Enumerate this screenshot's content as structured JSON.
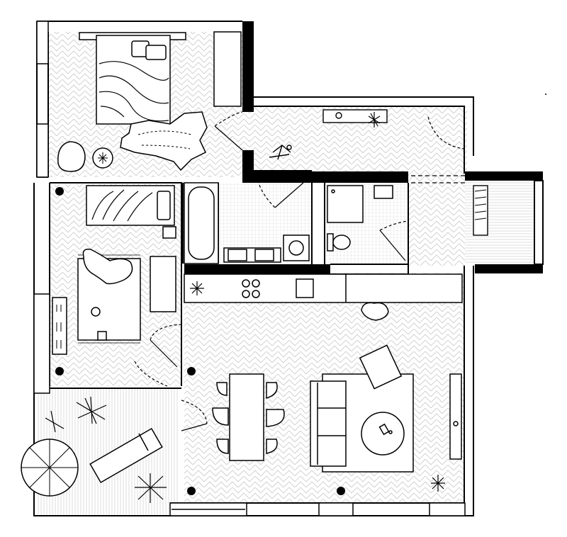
{
  "drawing": {
    "kind": "architectural floor plan",
    "colors": {
      "background": "#ffffff",
      "line": "#000000",
      "wall": "#000000",
      "hatch": "#c8c8c8",
      "tile": "#d2d2d2",
      "furniture_fill": "#ffffff"
    },
    "rooms": [
      "bedroom",
      "hallway",
      "second-bedroom",
      "bathroom",
      "wc",
      "kitchen-living",
      "balcony",
      "terrace"
    ],
    "furniture": [
      "double-bed",
      "wardrobe",
      "rug",
      "armchair",
      "plant",
      "single-bed",
      "desk",
      "bathtub",
      "sinks",
      "washing-machine",
      "shower",
      "toilet",
      "kitchen-counter",
      "cooktop",
      "dining-table",
      "chairs",
      "sofa",
      "coffee-table",
      "lounge-chair",
      "sun-lounger",
      "parasol",
      "tv-stand"
    ],
    "structural_columns": 6
  }
}
